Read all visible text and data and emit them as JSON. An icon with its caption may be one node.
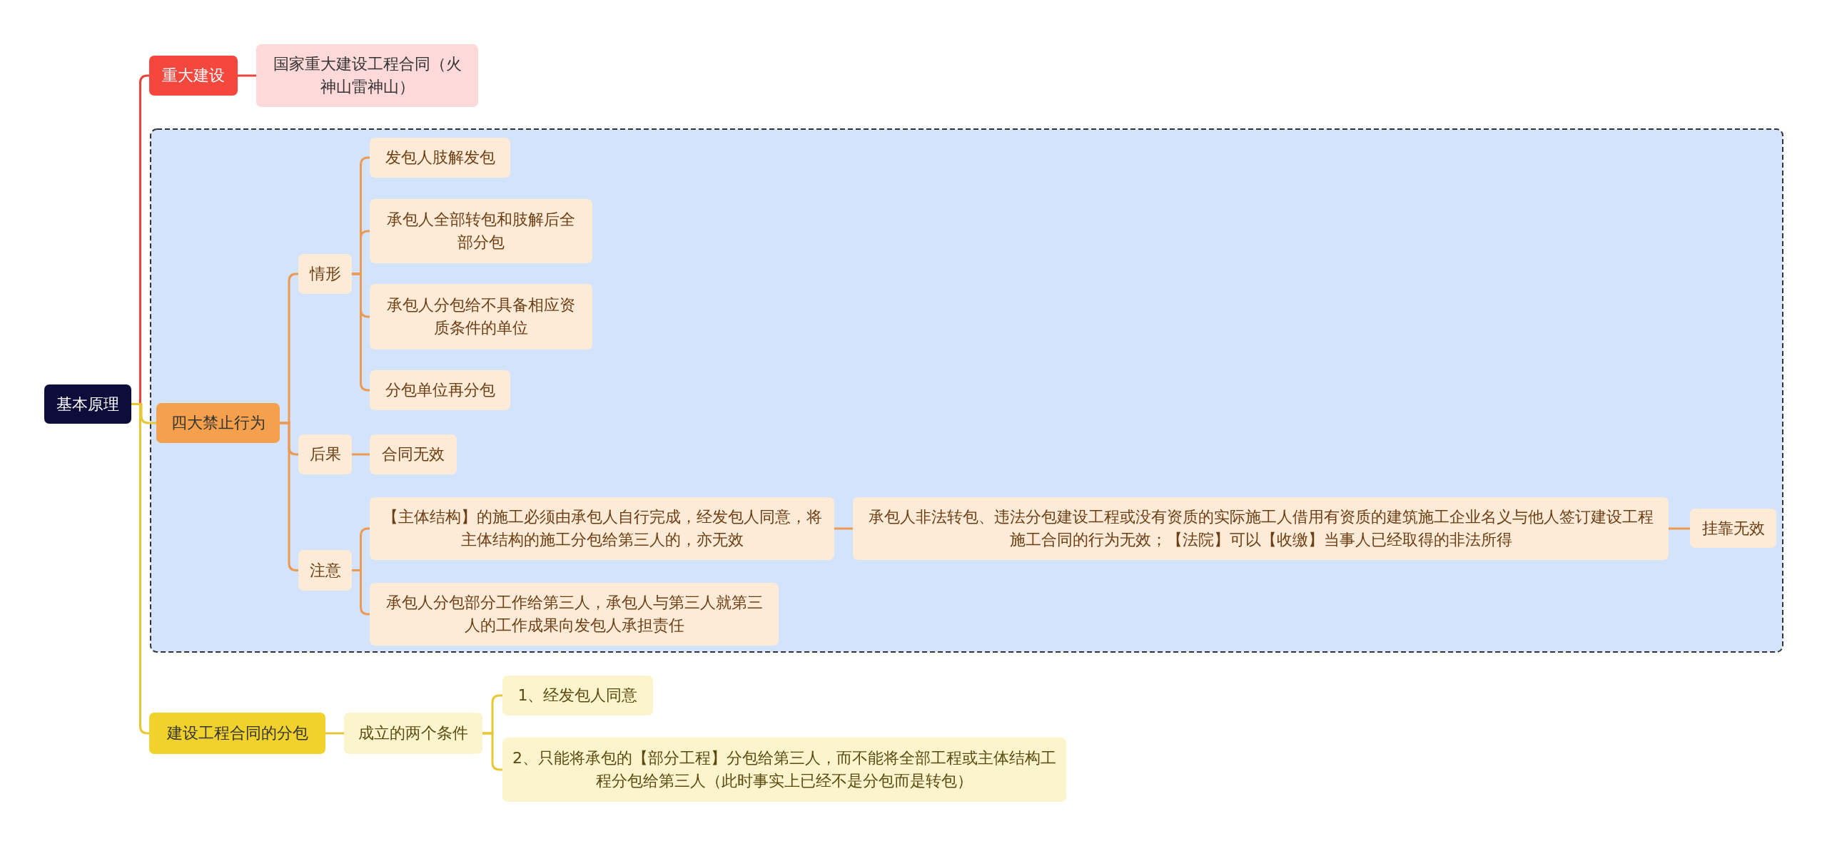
{
  "diagram": {
    "nodes": [
      {
        "text": [
          "基本原理"
        ]
      },
      {
        "text": [
          "重大建设"
        ]
      },
      {
        "text": [
          "国家重大建设工程合同（火神山雷神山）"
        ]
      },
      {
        "text": [
          "四大禁止行为"
        ]
      },
      {
        "text": [
          "情形"
        ]
      },
      {
        "text": [
          "发包人肢解发包"
        ]
      },
      {
        "text": [
          "承包人全部转包和肢解后全部分包"
        ]
      },
      {
        "text": [
          "承包人分包给不具备相应资质条件的单位"
        ]
      },
      {
        "text": [
          "分包单位再分包"
        ]
      },
      {
        "text": [
          "后果"
        ]
      },
      {
        "text": [
          "合同无效"
        ]
      },
      {
        "text": [
          "注意"
        ]
      },
      {
        "text": [
          "【主体结构】的施工必须由承包人自行完成，经发包人同意，将主体结构的施工分包给第三人的，亦无效"
        ]
      },
      {
        "text": [
          "承包人非法转包、违法分包建设工程或没有资质的实际施工人借用有资质的建筑施工企业名义与他人签订建设工程施工合同的行为无效；【法院】可以【收缴】当事人已经取得的非法所得"
        ]
      },
      {
        "text": [
          "挂靠无效"
        ]
      },
      {
        "text": [
          "承包人分包部分工作给第三人，承包人与第三人就第三人的工作成果向发包人承担责任"
        ]
      },
      {
        "text": [
          "建设工程合同的分包"
        ]
      },
      {
        "text": [
          "成立的两个条件"
        ]
      },
      {
        "text": [
          "1、经发包人同意"
        ]
      },
      {
        "text": [
          "2、只能将承包的【部分工程】分包给第三人，而不能将全部工程或主体结构工程分包给第三人（此时事实上已经不是分包而是转包）"
        ]
      }
    ],
    "edges": [
      {
        "from": 0,
        "to": 1,
        "arrow": "none",
        "color": "#e8453c"
      },
      {
        "from": 1,
        "to": 2,
        "arrow": "none",
        "color": "#e8453c"
      },
      {
        "from": 0,
        "to": 3,
        "arrow": "none",
        "color": "#e8c832"
      },
      {
        "from": 3,
        "to": 4,
        "arrow": "none"
      },
      {
        "from": 4,
        "to": 5,
        "arrow": "none"
      },
      {
        "from": 4,
        "to": 6,
        "arrow": "none"
      },
      {
        "from": 4,
        "to": 7,
        "arrow": "none"
      },
      {
        "from": 4,
        "to": 8,
        "arrow": "none"
      },
      {
        "from": 3,
        "to": 9,
        "arrow": "none"
      },
      {
        "from": 9,
        "to": 10,
        "arrow": "none"
      },
      {
        "from": 3,
        "to": 11,
        "arrow": "none"
      },
      {
        "from": 11,
        "to": 12,
        "arrow": "none"
      },
      {
        "from": 12,
        "to": 13,
        "arrow": "none"
      },
      {
        "from": 13,
        "to": 14,
        "arrow": "none"
      },
      {
        "from": 11,
        "to": 15,
        "arrow": "none"
      },
      {
        "from": 0,
        "to": 16,
        "arrow": "none",
        "color": "#e8c832"
      },
      {
        "from": 16,
        "to": 17,
        "arrow": "none",
        "color": "#e8c832"
      },
      {
        "from": 17,
        "to": 18,
        "arrow": "none",
        "color": "#e8c832"
      },
      {
        "from": 17,
        "to": 19,
        "arrow": "none",
        "color": "#e8c832"
      }
    ]
  }
}
